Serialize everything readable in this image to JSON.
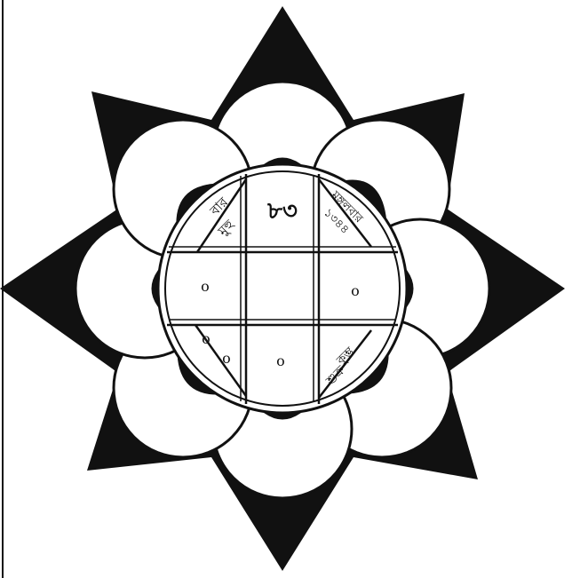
{
  "diagram": {
    "colors": {
      "ink": "#111111",
      "paper": "#ffffff"
    },
    "outer_star": {
      "points": 8
    },
    "center_number": "৮৩",
    "corner_labels": {
      "top_left_upper": "বার",
      "top_left_lower": "মুহু",
      "top_right_upper": "মঙ্গলবার",
      "top_right_lower": "১৩৪৪",
      "bottom_right_upper": "কুম্ভ",
      "bottom_right_lower": "শুক্র"
    },
    "dot_marks": [
      "o",
      "o",
      "o",
      "o",
      "o"
    ]
  }
}
